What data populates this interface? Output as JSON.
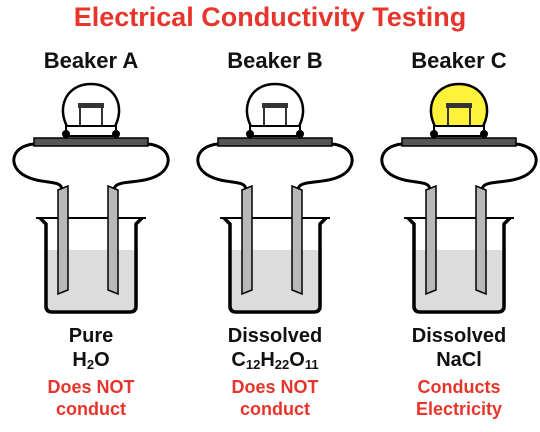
{
  "title": "Electrical Conductivity Testing",
  "colors": {
    "title": "#e8352b",
    "result": "#e8352b",
    "bulb_off": "#ffffff",
    "bulb_on": "#fff23a",
    "electrode": "#b8b8b8",
    "solution": "#dcdcdc"
  },
  "beakers": [
    {
      "name": "Beaker A",
      "desc_line1": "Pure",
      "formula": [
        [
          "H",
          ""
        ],
        [
          "2",
          "sub"
        ],
        [
          "O",
          ""
        ]
      ],
      "result_line1": "Does NOT",
      "result_line2": "conduct",
      "bulb_lit": false
    },
    {
      "name": "Beaker B",
      "desc_line1": "Dissolved",
      "formula": [
        [
          "C",
          ""
        ],
        [
          "12",
          "sub"
        ],
        [
          "H",
          ""
        ],
        [
          "22",
          "sub"
        ],
        [
          "O",
          ""
        ],
        [
          "11",
          "sub"
        ]
      ],
      "result_line1": "Does NOT",
      "result_line2": "conduct",
      "bulb_lit": false
    },
    {
      "name": "Beaker C",
      "desc_line1": "Dissolved",
      "formula": [
        [
          "NaCl",
          ""
        ]
      ],
      "result_line1": "Conducts",
      "result_line2": "Electricity",
      "bulb_lit": true
    }
  ]
}
